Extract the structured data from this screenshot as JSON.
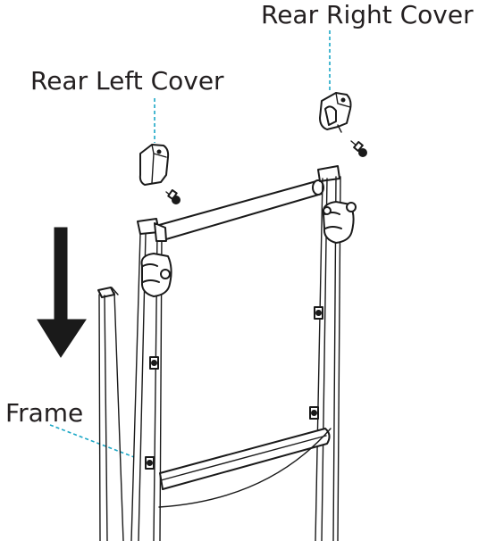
{
  "labels": {
    "rear_right_cover": "Rear Right Cover",
    "rear_left_cover": "Rear Left Cover",
    "frame": "Frame"
  },
  "colors": {
    "leader_line": "#1aa7c6",
    "ink": "#1a1a1a",
    "background": "#ffffff"
  },
  "arrow_direction": "down"
}
